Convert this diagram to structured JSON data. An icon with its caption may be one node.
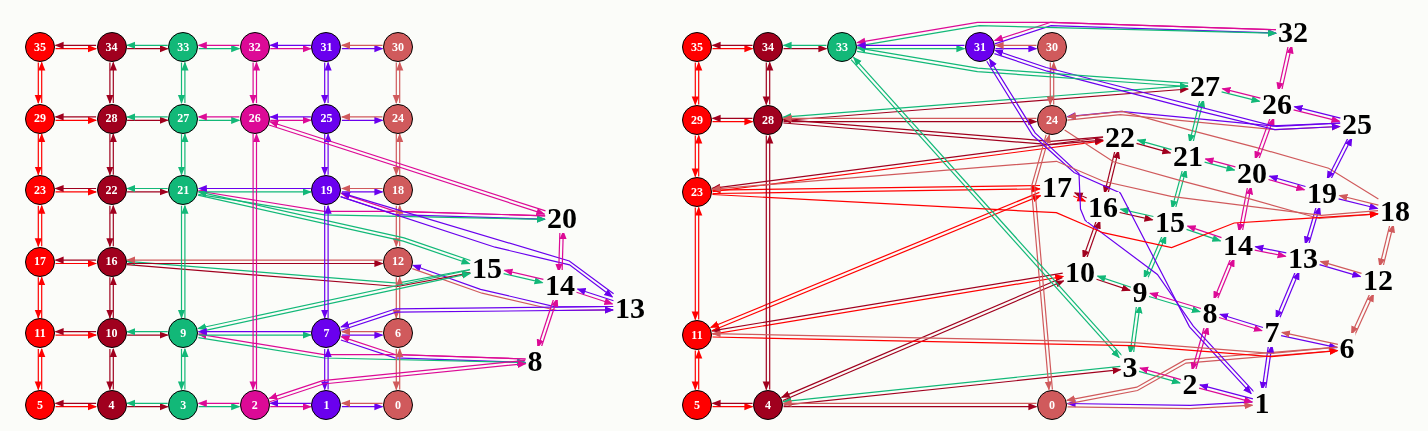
{
  "diagram": {
    "nodes": [
      {
        "text": [
          "0"
        ]
      },
      {
        "text": [
          "1"
        ]
      },
      {
        "text": [
          "2"
        ]
      },
      {
        "text": [
          "3"
        ]
      },
      {
        "text": [
          "4"
        ]
      },
      {
        "text": [
          "5"
        ]
      },
      {
        "text": [
          "6"
        ]
      },
      {
        "text": [
          "7"
        ]
      },
      {
        "text": [
          "8"
        ]
      },
      {
        "text": [
          "9"
        ]
      },
      {
        "text": [
          "10"
        ]
      },
      {
        "text": [
          "11"
        ]
      },
      {
        "text": [
          "12"
        ]
      },
      {
        "text": [
          "13"
        ]
      },
      {
        "text": [
          "14"
        ]
      },
      {
        "text": [
          "15"
        ]
      },
      {
        "text": [
          "16"
        ]
      },
      {
        "text": [
          "17"
        ]
      },
      {
        "text": [
          "18"
        ]
      },
      {
        "text": [
          "19"
        ]
      },
      {
        "text": [
          "20"
        ]
      },
      {
        "text": [
          "21"
        ]
      },
      {
        "text": [
          "22"
        ]
      },
      {
        "text": [
          "23"
        ]
      },
      {
        "text": [
          "24"
        ]
      },
      {
        "text": [
          "25"
        ]
      },
      {
        "text": [
          "26"
        ]
      },
      {
        "text": [
          "27"
        ]
      },
      {
        "text": [
          "28"
        ]
      },
      {
        "text": [
          "29"
        ]
      },
      {
        "text": [
          "30"
        ]
      },
      {
        "text": [
          "31"
        ]
      },
      {
        "text": [
          "32"
        ]
      },
      {
        "text": [
          "33"
        ]
      },
      {
        "text": [
          "34"
        ]
      },
      {
        "text": [
          "35"
        ]
      },
      {
        "text": [
          "0"
        ]
      },
      {
        "text": [
          "1"
        ]
      },
      {
        "text": [
          "2"
        ]
      },
      {
        "text": [
          "3"
        ]
      },
      {
        "text": [
          "4"
        ]
      },
      {
        "text": [
          "5"
        ]
      },
      {
        "text": [
          "6"
        ]
      },
      {
        "text": [
          "7"
        ]
      },
      {
        "text": [
          "8"
        ]
      },
      {
        "text": [
          "9"
        ]
      },
      {
        "text": [
          "10"
        ]
      },
      {
        "text": [
          "11"
        ]
      },
      {
        "text": [
          "12"
        ]
      },
      {
        "text": [
          "13"
        ]
      },
      {
        "text": [
          "14"
        ]
      },
      {
        "text": [
          "15"
        ]
      },
      {
        "text": [
          "16"
        ]
      },
      {
        "text": [
          "17"
        ]
      },
      {
        "text": [
          "18"
        ]
      },
      {
        "text": [
          "19"
        ]
      },
      {
        "text": [
          "20"
        ]
      },
      {
        "text": [
          "21"
        ]
      },
      {
        "text": [
          "22"
        ]
      },
      {
        "text": [
          "23"
        ]
      },
      {
        "text": [
          "24"
        ]
      },
      {
        "text": [
          "25"
        ]
      },
      {
        "text": [
          "26"
        ]
      },
      {
        "text": [
          "27"
        ]
      },
      {
        "text": [
          "28"
        ]
      },
      {
        "text": [
          "29"
        ]
      },
      {
        "text": [
          "30"
        ]
      },
      {
        "text": [
          "31"
        ]
      },
      {
        "text": [
          "32"
        ]
      },
      {
        "text": [
          "33"
        ]
      },
      {
        "text": [
          "34"
        ]
      },
      {
        "text": [
          "35"
        ]
      }
    ],
    "edges": [
      {
        "from": 1,
        "to": 0,
        "arrow": "to",
        "color": "#6a00ee"
      },
      {
        "from": 0,
        "to": 1,
        "arrow": "to",
        "color": "#d05a5c"
      },
      {
        "from": 2,
        "to": 1,
        "arrow": "to",
        "color": "#dc0a96"
      },
      {
        "from": 1,
        "to": 2,
        "arrow": "to",
        "color": "#6a00ee"
      },
      {
        "from": 3,
        "to": 2,
        "arrow": "to",
        "color": "#12b878"
      },
      {
        "from": 2,
        "to": 3,
        "arrow": "to",
        "color": "#dc0a96"
      },
      {
        "from": 4,
        "to": 3,
        "arrow": "to",
        "color": "#a0001e"
      },
      {
        "from": 3,
        "to": 4,
        "arrow": "to",
        "color": "#12b878"
      },
      {
        "from": 5,
        "to": 4,
        "arrow": "to",
        "color": "#ff0000"
      },
      {
        "from": 4,
        "to": 5,
        "arrow": "to",
        "color": "#a0001e"
      },
      {
        "from": 7,
        "to": 6,
        "arrow": "to",
        "color": "#6a00ee"
      },
      {
        "from": 6,
        "to": 7,
        "arrow": "to",
        "color": "#d05a5c"
      },
      {
        "from": 8,
        "to": 7,
        "arrow": "to",
        "color": "#dc0a96"
      },
      {
        "from": 7,
        "to": 8,
        "arrow": "to",
        "color": "#6a00ee"
      },
      {
        "from": 9,
        "to": 8,
        "arrow": "to",
        "color": "#12b878"
      },
      {
        "from": 8,
        "to": 9,
        "arrow": "to",
        "color": "#dc0a96"
      },
      {
        "from": 10,
        "to": 9,
        "arrow": "to",
        "color": "#a0001e"
      },
      {
        "from": 9,
        "to": 10,
        "arrow": "to",
        "color": "#12b878"
      },
      {
        "from": 11,
        "to": 10,
        "arrow": "to",
        "color": "#ff0000"
      },
      {
        "from": 10,
        "to": 11,
        "arrow": "to",
        "color": "#a0001e"
      },
      {
        "from": 13,
        "to": 12,
        "arrow": "to",
        "color": "#6a00ee"
      },
      {
        "from": 12,
        "to": 13,
        "arrow": "to",
        "color": "#d05a5c"
      },
      {
        "from": 14,
        "to": 13,
        "arrow": "to",
        "color": "#dc0a96"
      },
      {
        "from": 13,
        "to": 14,
        "arrow": "to",
        "color": "#6a00ee"
      },
      {
        "from": 15,
        "to": 14,
        "arrow": "to",
        "color": "#12b878"
      },
      {
        "from": 14,
        "to": 15,
        "arrow": "to",
        "color": "#dc0a96"
      },
      {
        "from": 16,
        "to": 15,
        "arrow": "to",
        "color": "#a0001e"
      },
      {
        "from": 15,
        "to": 16,
        "arrow": "to",
        "color": "#12b878"
      },
      {
        "from": 17,
        "to": 16,
        "arrow": "to",
        "color": "#ff0000"
      },
      {
        "from": 16,
        "to": 17,
        "arrow": "to",
        "color": "#a0001e"
      },
      {
        "from": 19,
        "to": 18,
        "arrow": "to",
        "color": "#6a00ee"
      },
      {
        "from": 18,
        "to": 19,
        "arrow": "to",
        "color": "#d05a5c"
      },
      {
        "from": 20,
        "to": 19,
        "arrow": "to",
        "color": "#dc0a96"
      },
      {
        "from": 19,
        "to": 20,
        "arrow": "to",
        "color": "#6a00ee"
      },
      {
        "from": 21,
        "to": 20,
        "arrow": "to",
        "color": "#12b878"
      },
      {
        "from": 20,
        "to": 21,
        "arrow": "to",
        "color": "#dc0a96"
      },
      {
        "from": 22,
        "to": 21,
        "arrow": "to",
        "color": "#a0001e"
      },
      {
        "from": 21,
        "to": 22,
        "arrow": "to",
        "color": "#12b878"
      },
      {
        "from": 23,
        "to": 22,
        "arrow": "to",
        "color": "#ff0000"
      },
      {
        "from": 22,
        "to": 23,
        "arrow": "to",
        "color": "#a0001e"
      },
      {
        "from": 25,
        "to": 24,
        "arrow": "to",
        "color": "#6a00ee"
      },
      {
        "from": 24,
        "to": 25,
        "arrow": "to",
        "color": "#d05a5c"
      },
      {
        "from": 26,
        "to": 25,
        "arrow": "to",
        "color": "#dc0a96"
      },
      {
        "from": 25,
        "to": 26,
        "arrow": "to",
        "color": "#6a00ee"
      },
      {
        "from": 27,
        "to": 26,
        "arrow": "to",
        "color": "#12b878"
      },
      {
        "from": 26,
        "to": 27,
        "arrow": "to",
        "color": "#dc0a96"
      },
      {
        "from": 28,
        "to": 27,
        "arrow": "to",
        "color": "#a0001e"
      },
      {
        "from": 27,
        "to": 28,
        "arrow": "to",
        "color": "#12b878"
      },
      {
        "from": 29,
        "to": 28,
        "arrow": "to",
        "color": "#ff0000"
      },
      {
        "from": 28,
        "to": 29,
        "arrow": "to",
        "color": "#a0001e"
      },
      {
        "from": 31,
        "to": 30,
        "arrow": "to",
        "color": "#6a00ee"
      },
      {
        "from": 30,
        "to": 31,
        "arrow": "to",
        "color": "#d05a5c"
      },
      {
        "from": 32,
        "to": 31,
        "arrow": "to",
        "color": "#dc0a96"
      },
      {
        "from": 31,
        "to": 32,
        "arrow": "to",
        "color": "#6a00ee"
      },
      {
        "from": 33,
        "to": 32,
        "arrow": "to",
        "color": "#12b878"
      },
      {
        "from": 32,
        "to": 33,
        "arrow": "to",
        "color": "#dc0a96"
      },
      {
        "from": 34,
        "to": 33,
        "arrow": "to",
        "color": "#a0001e"
      },
      {
        "from": 33,
        "to": 34,
        "arrow": "to",
        "color": "#12b878"
      },
      {
        "from": 35,
        "to": 34,
        "arrow": "to",
        "color": "#ff0000"
      },
      {
        "from": 34,
        "to": 35,
        "arrow": "to",
        "color": "#a0001e"
      },
      {
        "from": 6,
        "to": 0,
        "arrow": "to",
        "color": "#d05a5c"
      },
      {
        "from": 0,
        "to": 6,
        "arrow": "to",
        "color": "#d05a5c"
      },
      {
        "from": 7,
        "to": 1,
        "arrow": "to",
        "color": "#6a00ee"
      },
      {
        "from": 1,
        "to": 7,
        "arrow": "to",
        "color": "#6a00ee"
      },
      {
        "from": 8,
        "to": 2,
        "arrow": "to",
        "color": "#dc0a96"
      },
      {
        "from": 2,
        "to": 8,
        "arrow": "to",
        "color": "#dc0a96"
      },
      {
        "from": 9,
        "to": 3,
        "arrow": "to",
        "color": "#12b878"
      },
      {
        "from": 3,
        "to": 9,
        "arrow": "to",
        "color": "#12b878"
      },
      {
        "from": 10,
        "to": 4,
        "arrow": "to",
        "color": "#a0001e"
      },
      {
        "from": 4,
        "to": 10,
        "arrow": "to",
        "color": "#a0001e"
      },
      {
        "from": 11,
        "to": 5,
        "arrow": "to",
        "color": "#ff0000"
      },
      {
        "from": 5,
        "to": 11,
        "arrow": "to",
        "color": "#ff0000"
      },
      {
        "from": 12,
        "to": 6,
        "arrow": "to",
        "color": "#d05a5c"
      },
      {
        "from": 6,
        "to": 12,
        "arrow": "to",
        "color": "#d05a5c"
      },
      {
        "from": 13,
        "to": 7,
        "arrow": "to",
        "color": "#6a00ee"
      },
      {
        "from": 7,
        "to": 13,
        "arrow": "to",
        "color": "#6a00ee"
      },
      {
        "from": 14,
        "to": 8,
        "arrow": "to",
        "color": "#dc0a96"
      },
      {
        "from": 8,
        "to": 14,
        "arrow": "to",
        "color": "#dc0a96"
      },
      {
        "from": 15,
        "to": 9,
        "arrow": "to",
        "color": "#12b878"
      },
      {
        "from": 9,
        "to": 15,
        "arrow": "to",
        "color": "#12b878"
      },
      {
        "from": 16,
        "to": 10,
        "arrow": "to",
        "color": "#a0001e"
      },
      {
        "from": 10,
        "to": 16,
        "arrow": "to",
        "color": "#a0001e"
      },
      {
        "from": 17,
        "to": 11,
        "arrow": "to",
        "color": "#ff0000"
      },
      {
        "from": 11,
        "to": 17,
        "arrow": "to",
        "color": "#ff0000"
      },
      {
        "from": 18,
        "to": 12,
        "arrow": "to",
        "color": "#d05a5c"
      },
      {
        "from": 12,
        "to": 18,
        "arrow": "to",
        "color": "#d05a5c"
      },
      {
        "from": 19,
        "to": 13,
        "arrow": "to",
        "color": "#6a00ee"
      },
      {
        "from": 13,
        "to": 19,
        "arrow": "to",
        "color": "#6a00ee"
      },
      {
        "from": 20,
        "to": 14,
        "arrow": "to",
        "color": "#dc0a96"
      },
      {
        "from": 14,
        "to": 20,
        "arrow": "to",
        "color": "#dc0a96"
      },
      {
        "from": 21,
        "to": 15,
        "arrow": "to",
        "color": "#12b878"
      },
      {
        "from": 15,
        "to": 21,
        "arrow": "to",
        "color": "#12b878"
      },
      {
        "from": 22,
        "to": 16,
        "arrow": "to",
        "color": "#a0001e"
      },
      {
        "from": 16,
        "to": 22,
        "arrow": "to",
        "color": "#a0001e"
      },
      {
        "from": 23,
        "to": 17,
        "arrow": "to",
        "color": "#ff0000"
      },
      {
        "from": 17,
        "to": 23,
        "arrow": "to",
        "color": "#ff0000"
      },
      {
        "from": 24,
        "to": 18,
        "arrow": "to",
        "color": "#d05a5c"
      },
      {
        "from": 18,
        "to": 24,
        "arrow": "to",
        "color": "#d05a5c"
      },
      {
        "from": 25,
        "to": 19,
        "arrow": "to",
        "color": "#6a00ee"
      },
      {
        "from": 19,
        "to": 25,
        "arrow": "to",
        "color": "#6a00ee"
      },
      {
        "from": 26,
        "to": 20,
        "arrow": "to",
        "color": "#dc0a96"
      },
      {
        "from": 20,
        "to": 26,
        "arrow": "to",
        "color": "#dc0a96"
      },
      {
        "from": 27,
        "to": 21,
        "arrow": "to",
        "color": "#12b878"
      },
      {
        "from": 21,
        "to": 27,
        "arrow": "to",
        "color": "#12b878"
      },
      {
        "from": 28,
        "to": 22,
        "arrow": "to",
        "color": "#a0001e"
      },
      {
        "from": 22,
        "to": 28,
        "arrow": "to",
        "color": "#a0001e"
      },
      {
        "from": 29,
        "to": 23,
        "arrow": "to",
        "color": "#ff0000"
      },
      {
        "from": 23,
        "to": 29,
        "arrow": "to",
        "color": "#ff0000"
      },
      {
        "from": 30,
        "to": 24,
        "arrow": "to",
        "color": "#d05a5c"
      },
      {
        "from": 24,
        "to": 30,
        "arrow": "to",
        "color": "#d05a5c"
      },
      {
        "from": 31,
        "to": 25,
        "arrow": "to",
        "color": "#6a00ee"
      },
      {
        "from": 25,
        "to": 31,
        "arrow": "to",
        "color": "#6a00ee"
      },
      {
        "from": 32,
        "to": 26,
        "arrow": "to",
        "color": "#dc0a96"
      },
      {
        "from": 26,
        "to": 32,
        "arrow": "to",
        "color": "#dc0a96"
      },
      {
        "from": 33,
        "to": 27,
        "arrow": "to",
        "color": "#12b878"
      },
      {
        "from": 27,
        "to": 33,
        "arrow": "to",
        "color": "#12b878"
      },
      {
        "from": 34,
        "to": 28,
        "arrow": "to",
        "color": "#a0001e"
      },
      {
        "from": 28,
        "to": 34,
        "arrow": "to",
        "color": "#a0001e"
      },
      {
        "from": 35,
        "to": 29,
        "arrow": "to",
        "color": "#ff0000"
      },
      {
        "from": 29,
        "to": 35,
        "arrow": "to",
        "color": "#ff0000"
      },
      {
        "from": 21,
        "to": 19,
        "arrow": "to",
        "color": "#12b878"
      },
      {
        "from": 19,
        "to": 21,
        "arrow": "to",
        "color": "#6a00ee"
      },
      {
        "from": 16,
        "to": 12,
        "arrow": "to",
        "color": "#a0001e"
      },
      {
        "from": 12,
        "to": 16,
        "arrow": "to",
        "color": "#d05a5c"
      },
      {
        "from": 9,
        "to": 7,
        "arrow": "to",
        "color": "#12b878"
      },
      {
        "from": 7,
        "to": 9,
        "arrow": "to",
        "color": "#6a00ee"
      },
      {
        "from": 19,
        "to": 7,
        "arrow": "to",
        "color": "#6a00ee"
      },
      {
        "from": 7,
        "to": 19,
        "arrow": "to",
        "color": "#6a00ee"
      },
      {
        "from": 26,
        "to": 2,
        "arrow": "to",
        "color": "#dc0a96"
      },
      {
        "from": 2,
        "to": 26,
        "arrow": "to",
        "color": "#dc0a96"
      },
      {
        "from": 21,
        "to": 9,
        "arrow": "to",
        "color": "#12b878"
      },
      {
        "from": 9,
        "to": 21,
        "arrow": "to",
        "color": "#12b878"
      },
      {
        "from": 37,
        "to": 36,
        "arrow": "to",
        "color": "#6a00ee"
      },
      {
        "from": 36,
        "to": 37,
        "arrow": "to",
        "color": "#d05a5c"
      },
      {
        "from": 38,
        "to": 37,
        "arrow": "to",
        "color": "#dc0a96"
      },
      {
        "from": 37,
        "to": 38,
        "arrow": "to",
        "color": "#6a00ee"
      },
      {
        "from": 39,
        "to": 38,
        "arrow": "to",
        "color": "#12b878"
      },
      {
        "from": 38,
        "to": 39,
        "arrow": "to",
        "color": "#dc0a96"
      },
      {
        "from": 40,
        "to": 39,
        "arrow": "to",
        "color": "#a0001e"
      },
      {
        "from": 39,
        "to": 40,
        "arrow": "to",
        "color": "#12b878"
      },
      {
        "from": 41,
        "to": 40,
        "arrow": "to",
        "color": "#ff0000"
      },
      {
        "from": 40,
        "to": 41,
        "arrow": "to",
        "color": "#a0001e"
      },
      {
        "from": 43,
        "to": 42,
        "arrow": "to",
        "color": "#6a00ee"
      },
      {
        "from": 42,
        "to": 43,
        "arrow": "to",
        "color": "#d05a5c"
      },
      {
        "from": 44,
        "to": 43,
        "arrow": "to",
        "color": "#dc0a96"
      },
      {
        "from": 43,
        "to": 44,
        "arrow": "to",
        "color": "#6a00ee"
      },
      {
        "from": 45,
        "to": 44,
        "arrow": "to",
        "color": "#12b878"
      },
      {
        "from": 44,
        "to": 45,
        "arrow": "to",
        "color": "#dc0a96"
      },
      {
        "from": 46,
        "to": 45,
        "arrow": "to",
        "color": "#a0001e"
      },
      {
        "from": 45,
        "to": 46,
        "arrow": "to",
        "color": "#12b878"
      },
      {
        "from": 47,
        "to": 46,
        "arrow": "to",
        "color": "#ff0000"
      },
      {
        "from": 46,
        "to": 47,
        "arrow": "to",
        "color": "#a0001e"
      },
      {
        "from": 49,
        "to": 48,
        "arrow": "to",
        "color": "#6a00ee"
      },
      {
        "from": 48,
        "to": 49,
        "arrow": "to",
        "color": "#d05a5c"
      },
      {
        "from": 50,
        "to": 49,
        "arrow": "to",
        "color": "#dc0a96"
      },
      {
        "from": 49,
        "to": 50,
        "arrow": "to",
        "color": "#6a00ee"
      },
      {
        "from": 51,
        "to": 50,
        "arrow": "to",
        "color": "#12b878"
      },
      {
        "from": 50,
        "to": 51,
        "arrow": "to",
        "color": "#dc0a96"
      },
      {
        "from": 52,
        "to": 51,
        "arrow": "to",
        "color": "#a0001e"
      },
      {
        "from": 51,
        "to": 52,
        "arrow": "to",
        "color": "#12b878"
      },
      {
        "from": 53,
        "to": 52,
        "arrow": "to",
        "color": "#ff0000"
      },
      {
        "from": 52,
        "to": 53,
        "arrow": "to",
        "color": "#a0001e"
      },
      {
        "from": 55,
        "to": 54,
        "arrow": "to",
        "color": "#6a00ee"
      },
      {
        "from": 54,
        "to": 55,
        "arrow": "to",
        "color": "#d05a5c"
      },
      {
        "from": 56,
        "to": 55,
        "arrow": "to",
        "color": "#dc0a96"
      },
      {
        "from": 55,
        "to": 56,
        "arrow": "to",
        "color": "#6a00ee"
      },
      {
        "from": 57,
        "to": 56,
        "arrow": "to",
        "color": "#12b878"
      },
      {
        "from": 56,
        "to": 57,
        "arrow": "to",
        "color": "#dc0a96"
      },
      {
        "from": 58,
        "to": 57,
        "arrow": "to",
        "color": "#a0001e"
      },
      {
        "from": 57,
        "to": 58,
        "arrow": "to",
        "color": "#12b878"
      },
      {
        "from": 59,
        "to": 58,
        "arrow": "to",
        "color": "#ff0000"
      },
      {
        "from": 58,
        "to": 59,
        "arrow": "to",
        "color": "#a0001e"
      },
      {
        "from": 61,
        "to": 60,
        "arrow": "to",
        "color": "#6a00ee"
      },
      {
        "from": 60,
        "to": 61,
        "arrow": "to",
        "color": "#d05a5c"
      },
      {
        "from": 62,
        "to": 61,
        "arrow": "to",
        "color": "#dc0a96"
      },
      {
        "from": 61,
        "to": 62,
        "arrow": "to",
        "color": "#6a00ee"
      },
      {
        "from": 63,
        "to": 62,
        "arrow": "to",
        "color": "#12b878"
      },
      {
        "from": 62,
        "to": 63,
        "arrow": "to",
        "color": "#dc0a96"
      },
      {
        "from": 64,
        "to": 63,
        "arrow": "to",
        "color": "#a0001e"
      },
      {
        "from": 63,
        "to": 64,
        "arrow": "to",
        "color": "#12b878"
      },
      {
        "from": 65,
        "to": 64,
        "arrow": "to",
        "color": "#ff0000"
      },
      {
        "from": 64,
        "to": 65,
        "arrow": "to",
        "color": "#a0001e"
      },
      {
        "from": 67,
        "to": 66,
        "arrow": "to",
        "color": "#6a00ee"
      },
      {
        "from": 66,
        "to": 67,
        "arrow": "to",
        "color": "#d05a5c"
      },
      {
        "from": 68,
        "to": 67,
        "arrow": "to",
        "color": "#dc0a96"
      },
      {
        "from": 67,
        "to": 68,
        "arrow": "to",
        "color": "#6a00ee"
      },
      {
        "from": 69,
        "to": 68,
        "arrow": "to",
        "color": "#12b878"
      },
      {
        "from": 68,
        "to": 69,
        "arrow": "to",
        "color": "#dc0a96"
      },
      {
        "from": 70,
        "to": 69,
        "arrow": "to",
        "color": "#a0001e"
      },
      {
        "from": 69,
        "to": 70,
        "arrow": "to",
        "color": "#12b878"
      },
      {
        "from": 71,
        "to": 70,
        "arrow": "to",
        "color": "#ff0000"
      },
      {
        "from": 70,
        "to": 71,
        "arrow": "to",
        "color": "#a0001e"
      },
      {
        "from": 42,
        "to": 36,
        "arrow": "to",
        "color": "#d05a5c"
      },
      {
        "from": 36,
        "to": 42,
        "arrow": "to",
        "color": "#d05a5c"
      },
      {
        "from": 43,
        "to": 37,
        "arrow": "to",
        "color": "#6a00ee"
      },
      {
        "from": 37,
        "to": 43,
        "arrow": "to",
        "color": "#6a00ee"
      },
      {
        "from": 44,
        "to": 38,
        "arrow": "to",
        "color": "#dc0a96"
      },
      {
        "from": 38,
        "to": 44,
        "arrow": "to",
        "color": "#dc0a96"
      },
      {
        "from": 45,
        "to": 39,
        "arrow": "to",
        "color": "#12b878"
      },
      {
        "from": 39,
        "to": 45,
        "arrow": "to",
        "color": "#12b878"
      },
      {
        "from": 46,
        "to": 40,
        "arrow": "to",
        "color": "#a0001e"
      },
      {
        "from": 40,
        "to": 46,
        "arrow": "to",
        "color": "#a0001e"
      },
      {
        "from": 47,
        "to": 41,
        "arrow": "to",
        "color": "#ff0000"
      },
      {
        "from": 41,
        "to": 47,
        "arrow": "to",
        "color": "#ff0000"
      },
      {
        "from": 48,
        "to": 42,
        "arrow": "to",
        "color": "#d05a5c"
      },
      {
        "from": 42,
        "to": 48,
        "arrow": "to",
        "color": "#d05a5c"
      },
      {
        "from": 49,
        "to": 43,
        "arrow": "to",
        "color": "#6a00ee"
      },
      {
        "from": 43,
        "to": 49,
        "arrow": "to",
        "color": "#6a00ee"
      },
      {
        "from": 50,
        "to": 44,
        "arrow": "to",
        "color": "#dc0a96"
      },
      {
        "from": 44,
        "to": 50,
        "arrow": "to",
        "color": "#dc0a96"
      },
      {
        "from": 51,
        "to": 45,
        "arrow": "to",
        "color": "#12b878"
      },
      {
        "from": 45,
        "to": 51,
        "arrow": "to",
        "color": "#12b878"
      },
      {
        "from": 52,
        "to": 46,
        "arrow": "to",
        "color": "#a0001e"
      },
      {
        "from": 46,
        "to": 52,
        "arrow": "to",
        "color": "#a0001e"
      },
      {
        "from": 53,
        "to": 47,
        "arrow": "to",
        "color": "#ff0000"
      },
      {
        "from": 47,
        "to": 53,
        "arrow": "to",
        "color": "#ff0000"
      },
      {
        "from": 54,
        "to": 48,
        "arrow": "to",
        "color": "#d05a5c"
      },
      {
        "from": 48,
        "to": 54,
        "arrow": "to",
        "color": "#d05a5c"
      },
      {
        "from": 55,
        "to": 49,
        "arrow": "to",
        "color": "#6a00ee"
      },
      {
        "from": 49,
        "to": 55,
        "arrow": "to",
        "color": "#6a00ee"
      },
      {
        "from": 56,
        "to": 50,
        "arrow": "to",
        "color": "#dc0a96"
      },
      {
        "from": 50,
        "to": 56,
        "arrow": "to",
        "color": "#dc0a96"
      },
      {
        "from": 57,
        "to": 51,
        "arrow": "to",
        "color": "#12b878"
      },
      {
        "from": 51,
        "to": 57,
        "arrow": "to",
        "color": "#12b878"
      },
      {
        "from": 58,
        "to": 52,
        "arrow": "to",
        "color": "#a0001e"
      },
      {
        "from": 52,
        "to": 58,
        "arrow": "to",
        "color": "#a0001e"
      },
      {
        "from": 59,
        "to": 53,
        "arrow": "to",
        "color": "#ff0000"
      },
      {
        "from": 53,
        "to": 59,
        "arrow": "to",
        "color": "#ff0000"
      },
      {
        "from": 60,
        "to": 54,
        "arrow": "to",
        "color": "#d05a5c"
      },
      {
        "from": 54,
        "to": 60,
        "arrow": "to",
        "color": "#d05a5c"
      },
      {
        "from": 61,
        "to": 55,
        "arrow": "to",
        "color": "#6a00ee"
      },
      {
        "from": 55,
        "to": 61,
        "arrow": "to",
        "color": "#6a00ee"
      },
      {
        "from": 62,
        "to": 56,
        "arrow": "to",
        "color": "#dc0a96"
      },
      {
        "from": 56,
        "to": 62,
        "arrow": "to",
        "color": "#dc0a96"
      },
      {
        "from": 63,
        "to": 57,
        "arrow": "to",
        "color": "#12b878"
      },
      {
        "from": 57,
        "to": 63,
        "arrow": "to",
        "color": "#12b878"
      },
      {
        "from": 64,
        "to": 58,
        "arrow": "to",
        "color": "#a0001e"
      },
      {
        "from": 58,
        "to": 64,
        "arrow": "to",
        "color": "#a0001e"
      },
      {
        "from": 65,
        "to": 59,
        "arrow": "to",
        "color": "#ff0000"
      },
      {
        "from": 59,
        "to": 65,
        "arrow": "to",
        "color": "#ff0000"
      },
      {
        "from": 66,
        "to": 60,
        "arrow": "to",
        "color": "#d05a5c"
      },
      {
        "from": 60,
        "to": 66,
        "arrow": "to",
        "color": "#d05a5c"
      },
      {
        "from": 67,
        "to": 61,
        "arrow": "to",
        "color": "#6a00ee"
      },
      {
        "from": 61,
        "to": 67,
        "arrow": "to",
        "color": "#6a00ee"
      },
      {
        "from": 68,
        "to": 62,
        "arrow": "to",
        "color": "#dc0a96"
      },
      {
        "from": 62,
        "to": 68,
        "arrow": "to",
        "color": "#dc0a96"
      },
      {
        "from": 69,
        "to": 63,
        "arrow": "to",
        "color": "#12b878"
      },
      {
        "from": 63,
        "to": 69,
        "arrow": "to",
        "color": "#12b878"
      },
      {
        "from": 70,
        "to": 64,
        "arrow": "to",
        "color": "#a0001e"
      },
      {
        "from": 64,
        "to": 70,
        "arrow": "to",
        "color": "#a0001e"
      },
      {
        "from": 71,
        "to": 65,
        "arrow": "to",
        "color": "#ff0000"
      },
      {
        "from": 65,
        "to": 71,
        "arrow": "to",
        "color": "#ff0000"
      },
      {
        "from": 69,
        "to": 67,
        "arrow": "to",
        "color": "#12b878"
      },
      {
        "from": 67,
        "to": 69,
        "arrow": "to",
        "color": "#6a00ee"
      },
      {
        "from": 64,
        "to": 60,
        "arrow": "to",
        "color": "#a0001e"
      },
      {
        "from": 60,
        "to": 64,
        "arrow": "to",
        "color": "#d05a5c"
      },
      {
        "from": 60,
        "to": 36,
        "arrow": "to",
        "color": "#d05a5c"
      },
      {
        "from": 36,
        "to": 60,
        "arrow": "to",
        "color": "#d05a5c"
      },
      {
        "from": 64,
        "to": 40,
        "arrow": "to",
        "color": "#a0001e"
      },
      {
        "from": 40,
        "to": 64,
        "arrow": "to",
        "color": "#a0001e"
      },
      {
        "from": 59,
        "to": 47,
        "arrow": "to",
        "color": "#ff0000"
      },
      {
        "from": 47,
        "to": 59,
        "arrow": "to",
        "color": "#ff0000"
      },
      {
        "from": 40,
        "to": 36,
        "arrow": "to",
        "color": "#a0001e"
      },
      {
        "from": 36,
        "to": 40,
        "arrow": "to",
        "color": "#d05a5c"
      },
      {
        "from": 69,
        "to": 39,
        "arrow": "to",
        "color": "#12b878"
      },
      {
        "from": 39,
        "to": 69,
        "arrow": "to",
        "color": "#12b878"
      },
      {
        "from": 67,
        "to": 37,
        "arrow": "to",
        "color": "#6a00ee"
      },
      {
        "from": 37,
        "to": 67,
        "arrow": "to",
        "color": "#6a00ee"
      },
      {
        "from": 59,
        "to": 54,
        "arrow": "to",
        "color": "#ff0000"
      },
      {
        "from": 54,
        "to": 59,
        "arrow": "to",
        "color": "#d05a5c"
      },
      {
        "from": 47,
        "to": 42,
        "arrow": "to",
        "color": "#ff0000"
      },
      {
        "from": 42,
        "to": 47,
        "arrow": "to",
        "color": "#d05a5c"
      }
    ]
  }
}
